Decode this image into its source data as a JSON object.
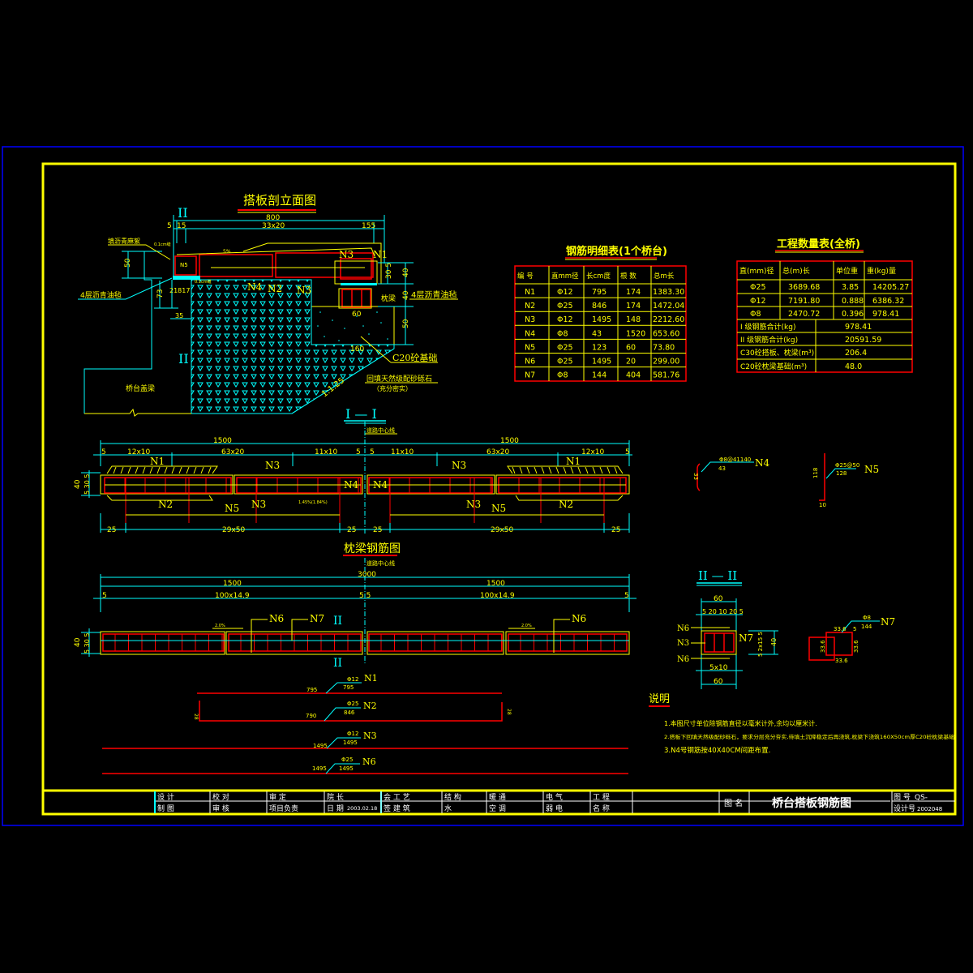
{
  "colors": {
    "background": "#000000",
    "outer_frame": "#0000ff",
    "inner_frame": "#ffff00",
    "dimension": "#00ffff",
    "rebar": "#ff0000",
    "text": "#ffff00",
    "title_block_text": "#ffffff"
  },
  "section_view": {
    "title": "搭板剖立面图",
    "section_mark_top": "II",
    "section_mark_bottom": "II",
    "dim_total": "800",
    "dim_left_5": "5",
    "dim_left_15": "15",
    "dim_spacing": "33x20",
    "dim_right": "155",
    "dim_50": "50",
    "dim_73": "73",
    "dim_21817": "21817",
    "dim_35": "35",
    "dim_40": "40",
    "dim_30_5": "30 5",
    "dim_40b": "40",
    "dim_50b": "50",
    "dim_60": "60",
    "dim_160": "160",
    "slope_label": "5%",
    "slope_ratio": "1:1.25",
    "label_asphalt_hemp": "填沥青麻絮",
    "label_asphalt_felt_left": "4层沥青油毡",
    "label_asphalt_felt_right": "4层沥青油毡",
    "label_small_left": "0.1cm缝",
    "label_small_right": "0.1cm缝",
    "label_sleeper_beam": "枕梁",
    "label_c20": "C20砼基础",
    "label_backfill": "回填天然级配砂砾石",
    "label_backfill_note": "（充分密实）",
    "label_abutment": "桥台盖梁",
    "bar_labels": [
      "N1",
      "N2",
      "N3",
      "N3",
      "N4",
      "N5"
    ]
  },
  "plan_view": {
    "title": "I — I",
    "centerline_label": "道路中心线",
    "dim_left_total": "1500",
    "dim_right_total": "1500",
    "dims_left": [
      "5",
      "12x10",
      "63x20",
      "11x10",
      "5"
    ],
    "dims_right": [
      "5",
      "11x10",
      "63x20",
      "12x10",
      "5"
    ],
    "bottom_dims_left": [
      "25",
      "29x50",
      "25"
    ],
    "bottom_dims_right": [
      "25",
      "29x50",
      "25"
    ],
    "side_dims": [
      "40",
      "5 30 5"
    ],
    "slope_note": "1.45%(1.84%)",
    "left_labels": [
      "N1",
      "N3",
      "N3",
      "N2",
      "N5",
      "N4"
    ],
    "right_labels": [
      "N4",
      "N3",
      "N3",
      "N1",
      "N2",
      "N5"
    ]
  },
  "sleeper_view": {
    "title": "枕梁钢筋图",
    "centerline_label": "道路中心线",
    "dim_total": "3000",
    "dim_left_half": "1500",
    "dim_right_half": "1500",
    "dim_left_spacing": "100x14.9",
    "dim_right_spacing": "100x14.9",
    "dim_left_end": "5",
    "dim_mid": "5 5",
    "dim_right_end": "5",
    "side_dims": [
      "40",
      "5 30 5"
    ],
    "slope_left": "2.0%",
    "slope_right": "2.0%",
    "section_mark": "II",
    "labels": [
      "N6",
      "N7",
      "N6"
    ]
  },
  "bar_schedule_detail": [
    {
      "id": "N1",
      "spec": "Φ12",
      "len": "795",
      "label_len": "795"
    },
    {
      "id": "N2",
      "spec": "Φ25",
      "len": "846",
      "label_len": "790",
      "hook": "28"
    },
    {
      "id": "N3",
      "spec": "Φ12",
      "len": "1495",
      "label_len": "1495"
    },
    {
      "id": "N6",
      "spec": "Φ25",
      "len": "1495",
      "label_len": "1495"
    }
  ],
  "n4_detail": {
    "id": "N4",
    "spec": "Φ8@41140",
    "len": "43",
    "dim": "33"
  },
  "n5_detail": {
    "id": "N5",
    "spec": "Φ25@50",
    "len": "128",
    "dim_v": "118",
    "dim_h": "10"
  },
  "section_ii": {
    "title": "II — II",
    "dim_top": "60",
    "dim_top_sub": "5 20 10 20 5",
    "dim_bottom_sub": "5x10",
    "dim_bottom": "60",
    "dim_right": "40",
    "dim_right_sub": "5 2x15 5",
    "labels": [
      "N6",
      "N3",
      "N6",
      "N7"
    ]
  },
  "n7_detail": {
    "id": "N7",
    "spec": "Φ8",
    "len": "144",
    "dims": [
      "33.6",
      "33.6",
      "33.6",
      "33.6",
      "5"
    ]
  },
  "rebar_table": {
    "title": "钢筋明细表(1个桥台)",
    "headers": [
      "编 号",
      "直mm径",
      "长cm度",
      "根 数",
      "总m长"
    ],
    "rows": [
      [
        "N1",
        "Φ12",
        "795",
        "174",
        "1383.30"
      ],
      [
        "N2",
        "Φ25",
        "846",
        "174",
        "1472.04"
      ],
      [
        "N3",
        "Φ12",
        "1495",
        "148",
        "2212.60"
      ],
      [
        "N4",
        "Φ8",
        "43",
        "1520",
        "653.60"
      ],
      [
        "N5",
        "Φ25",
        "123",
        "60",
        "73.80"
      ],
      [
        "N6",
        "Φ25",
        "1495",
        "20",
        "299.00"
      ],
      [
        "N7",
        "Φ8",
        "144",
        "404",
        "581.76"
      ]
    ]
  },
  "quantity_table": {
    "title": "工程数量表(全桥)",
    "headers": [
      "直(mm)径",
      "总(m)长",
      "单位重",
      "重(kg)量"
    ],
    "rows": [
      [
        "Φ25",
        "3689.68",
        "3.85",
        "14205.27"
      ],
      [
        "Φ12",
        "7191.80",
        "0.888",
        "6386.32"
      ],
      [
        "Φ8",
        "2470.72",
        "0.396",
        "978.41"
      ]
    ],
    "summary": [
      [
        "I 级钢筋合计(kg)",
        "978.41"
      ],
      [
        "II 级钢筋合计(kg)",
        "20591.59"
      ],
      [
        "C30砼搭板、枕梁(m³)",
        "206.4"
      ],
      [
        "C20砼枕梁基础(m³)",
        "48.0"
      ]
    ]
  },
  "notes": {
    "title": "说明",
    "items": [
      "1.本图尺寸单位除钢筋直径以毫米计外,余均以厘米计.",
      "2.搭板下回填天然级配砂砾石，要求分层充分夯实,待填土沉降稳定后再浇筑,枕梁下浇筑160X50cm厚C20砼枕梁基础",
      "3.N4号钢筋按40X40CM间距布置."
    ]
  },
  "title_block": {
    "cells_row1": [
      "设 计",
      "校 对",
      "审 定",
      "院 长",
      "会 工 艺",
      "结 构",
      "暖 通",
      "电 气",
      "工 程"
    ],
    "cells_row2": [
      "制 图",
      "审 核",
      "项目负责",
      "日 期",
      "签 建 筑",
      "水",
      "空 调",
      "弱 电",
      "名 称"
    ],
    "date": "2003.02.18",
    "drawing_name_label": "图 名",
    "drawing_name": "桥台搭板钢筋图",
    "drawing_no_label": "图 号",
    "drawing_no": "QS-",
    "design_no_label": "设计号",
    "design_no": "2002048"
  }
}
